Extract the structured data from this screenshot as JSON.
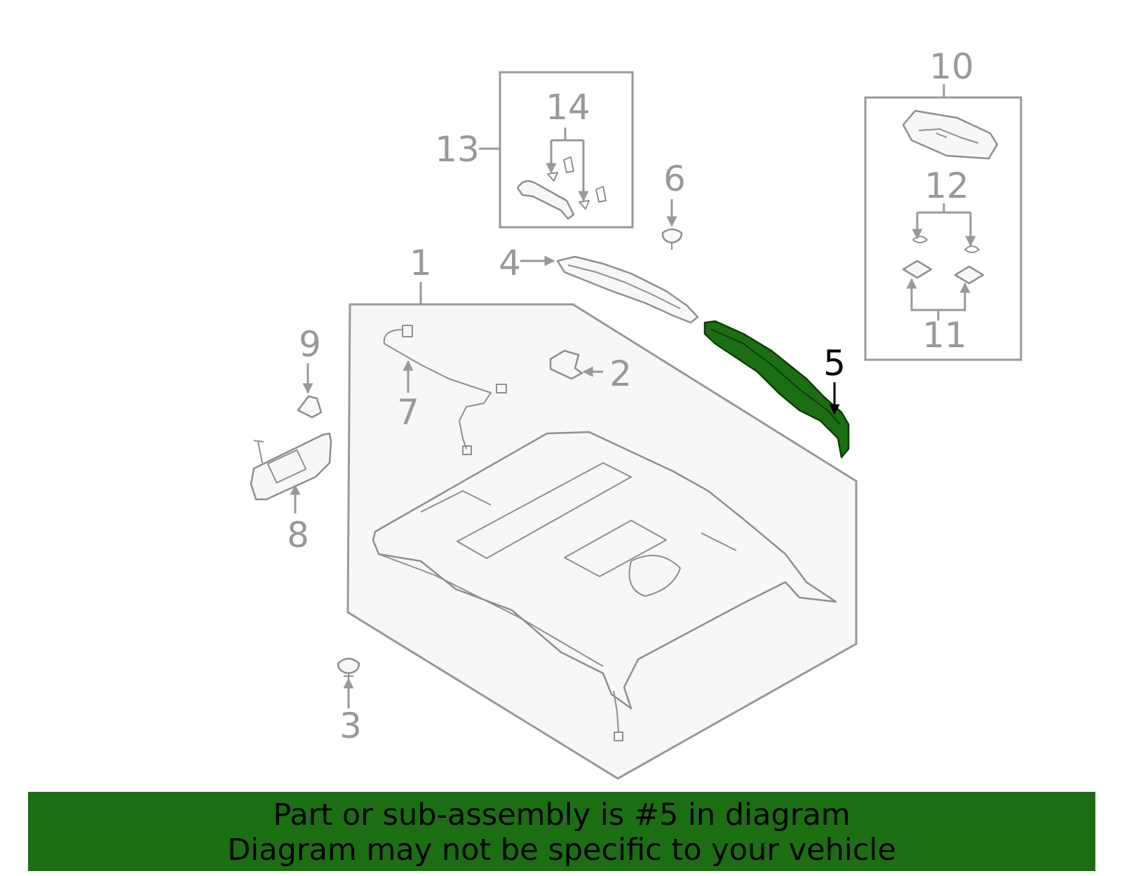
{
  "callouts": {
    "c1": "1",
    "c2": "2",
    "c3": "3",
    "c4": "4",
    "c5": "5",
    "c6": "6",
    "c7": "7",
    "c8": "8",
    "c9": "9",
    "c10": "10",
    "c11": "11",
    "c12": "12",
    "c13": "13",
    "c14": "14"
  },
  "highlighted_part": "5",
  "colors": {
    "highlight": "#1b6f12",
    "line": "#999999",
    "banner": "#1b6f12"
  },
  "banner": {
    "line1": "Part or sub-assembly is #5 in diagram",
    "line2": "Diagram may not be specific to your vehicle"
  }
}
